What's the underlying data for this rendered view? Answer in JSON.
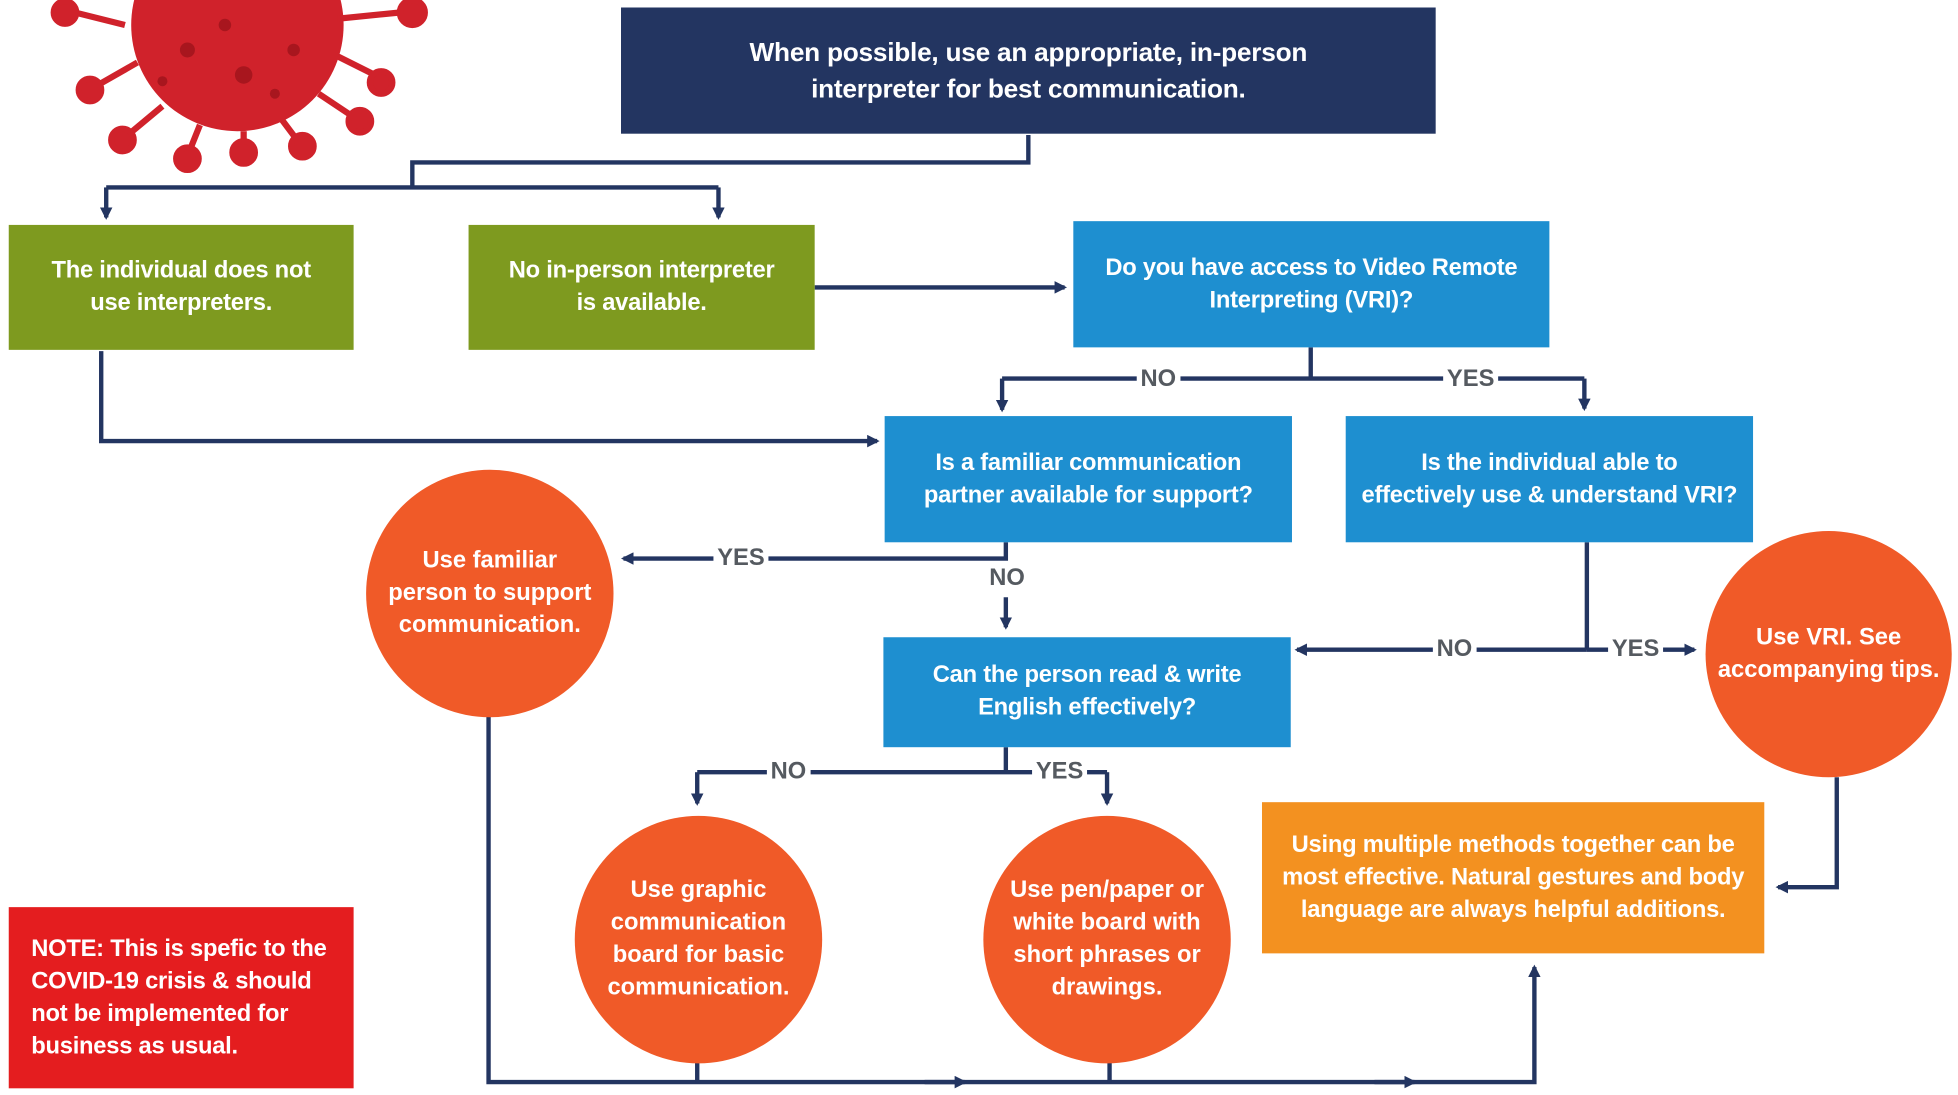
{
  "top": {
    "text": "When possible, use an appropriate, in-person\ninterpreter for best communication."
  },
  "no_interpreters": {
    "text": "The individual does not\nuse interpreters."
  },
  "no_inperson": {
    "text": "No in-person interpreter\nis available."
  },
  "vri_access": {
    "text": "Do you have access  to Video Remote\nInterpreting (VRI)?"
  },
  "familiar_partner": {
    "text": "Is a familiar communication\npartner available for support?"
  },
  "able_vri": {
    "text": "Is the individual able to\neffectively use & understand VRI?"
  },
  "read_write": {
    "text": "Can the person read & write\nEnglish effectively?"
  },
  "use_familiar": {
    "text": "Use familiar\nperson to support\ncommunication."
  },
  "use_vri": {
    "text": "Use VRI. See\naccompanying tips."
  },
  "graphic_board": {
    "text": "Use graphic\ncommunication\nboard for basic\ncommunication."
  },
  "pen_paper": {
    "text": "Use pen/paper or\nwhite board with\nshort phrases or\ndrawings."
  },
  "multiple_methods": {
    "text": "Using multiple methods together can be\nmost effective. Natural gestures and body\nlanguage are always helpful additions."
  },
  "note": {
    "label": "NOTE:",
    "text": " This is spefic to the\nCOVID-19 crisis & should\nnot be implemented for\nbusiness as usual."
  },
  "labels": {
    "vri_no": "NO",
    "vri_yes": "YES",
    "familiar_yes": "YES",
    "familiar_no": "NO",
    "able_no": "NO",
    "able_yes": "YES",
    "read_no": "NO",
    "read_yes": "YES"
  },
  "colors": {
    "navy": "#233561",
    "green": "#7e9a1f",
    "blue": "#1e8fd0",
    "circle": "#f05a28",
    "orange": "#f39120",
    "red": "#e41d1f",
    "virus": "#d0222b"
  }
}
